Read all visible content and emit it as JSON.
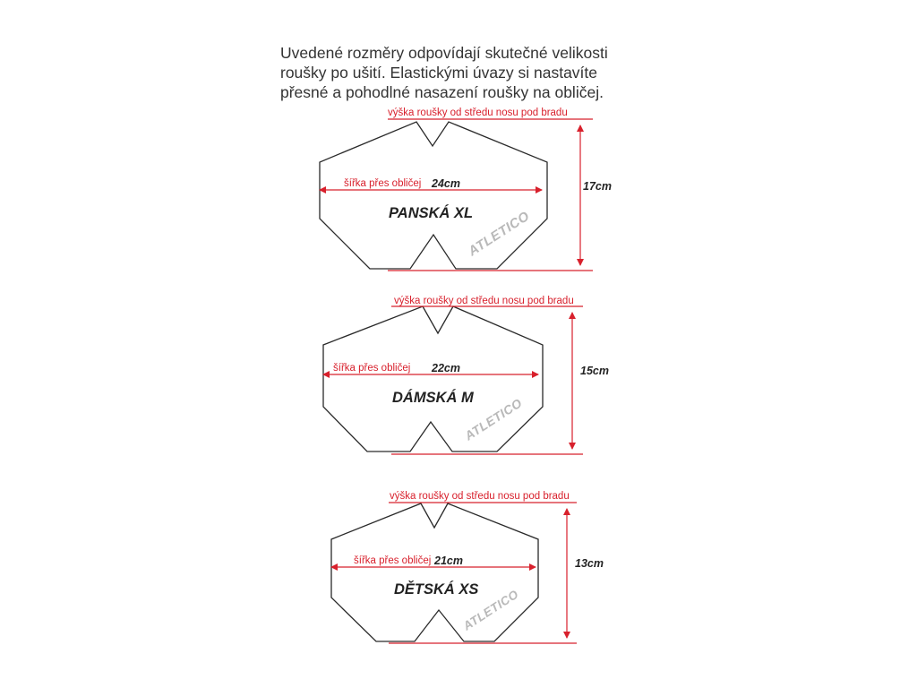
{
  "intro": {
    "lines": [
      "Uvedené rozměry odpovídají skutečné velikosti",
      "roušky po ušití. Elastickými úvazy si nastavíte",
      "přesné a pohodlné nasazení roušky na obličej."
    ]
  },
  "masks": [
    {
      "height_label": "výška roušky od středu nosu pod bradu",
      "width_label": "šířka přes obličej",
      "width_value": "24cm",
      "size_name": "PANSKÁ XL",
      "height_value": "17cm",
      "brand": "ATLETICO"
    },
    {
      "height_label": "výška roušky od středu nosu pod bradu",
      "width_label": "šířka přes obličej",
      "width_value": "22cm",
      "size_name": "DÁMSKÁ M",
      "height_value": "15cm",
      "brand": "ATLETICO"
    },
    {
      "height_label": "výška roušky od středu nosu pod bradu",
      "width_label": "šířka přes obličej",
      "width_value": "21cm",
      "size_name": "DĚTSKÁ XS",
      "height_value": "13cm",
      "brand": "ATLETICO"
    }
  ],
  "colors": {
    "dimension_red": "#d8202c",
    "outline": "#2a2a2a",
    "brand_gray": "#b9b9b9"
  }
}
